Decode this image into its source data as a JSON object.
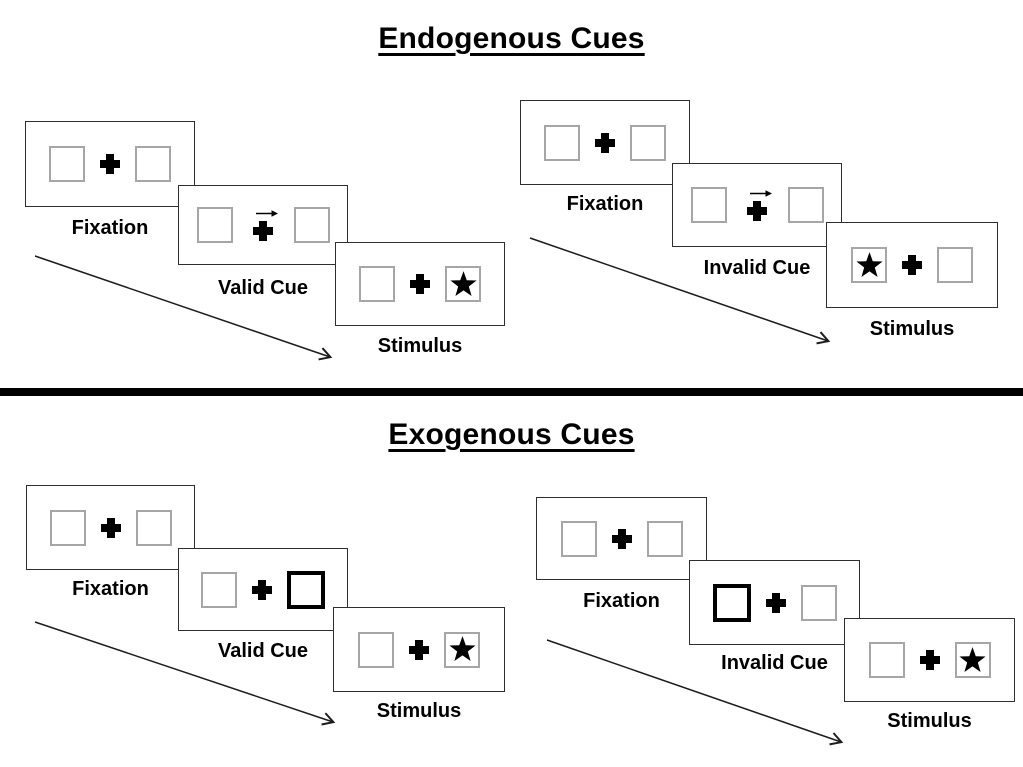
{
  "figure": {
    "background": "#ffffff",
    "divider_color": "#000000",
    "ink_color": "#000000",
    "card_border_color": "#2e2e2e",
    "box_border_color": "#a6a6a6",
    "bold_box_border_color": "#000000"
  },
  "icons": {
    "fixation_cross_icon": "✚",
    "cue_arrow_icon": "→",
    "target_star_icon": "★",
    "sequence_arrow_icon": "↘"
  },
  "sections": [
    {
      "id": "endogenous",
      "title": "Endogenous Cues",
      "groups": [
        {
          "id": "valid",
          "steps": [
            {
              "label": "Fixation",
              "left_box": "plain",
              "center": "plus",
              "right_box": "plain"
            },
            {
              "label": "Valid Cue",
              "left_box": "plain",
              "center": "plus-right-arrow",
              "right_box": "plain"
            },
            {
              "label": "Stimulus",
              "left_box": "plain",
              "center": "plus",
              "right_box": "star"
            }
          ]
        },
        {
          "id": "invalid",
          "steps": [
            {
              "label": "Fixation",
              "left_box": "plain",
              "center": "plus",
              "right_box": "plain"
            },
            {
              "label": "Invalid Cue",
              "left_box": "plain",
              "center": "plus-right-arrow",
              "right_box": "plain"
            },
            {
              "label": "Stimulus",
              "left_box": "star",
              "center": "plus",
              "right_box": "plain"
            }
          ]
        }
      ]
    },
    {
      "id": "exogenous",
      "title": "Exogenous Cues",
      "groups": [
        {
          "id": "valid",
          "steps": [
            {
              "label": "Fixation",
              "left_box": "plain",
              "center": "plus",
              "right_box": "plain"
            },
            {
              "label": "Valid Cue",
              "left_box": "plain",
              "center": "plus",
              "right_box": "bold"
            },
            {
              "label": "Stimulus",
              "left_box": "plain",
              "center": "plus",
              "right_box": "star"
            }
          ]
        },
        {
          "id": "invalid",
          "steps": [
            {
              "label": "Fixation",
              "left_box": "plain",
              "center": "plus",
              "right_box": "plain"
            },
            {
              "label": "Invalid Cue",
              "left_box": "bold",
              "center": "plus",
              "right_box": "plain"
            },
            {
              "label": "Stimulus",
              "left_box": "plain",
              "center": "plus",
              "right_box": "star"
            }
          ]
        }
      ]
    }
  ]
}
